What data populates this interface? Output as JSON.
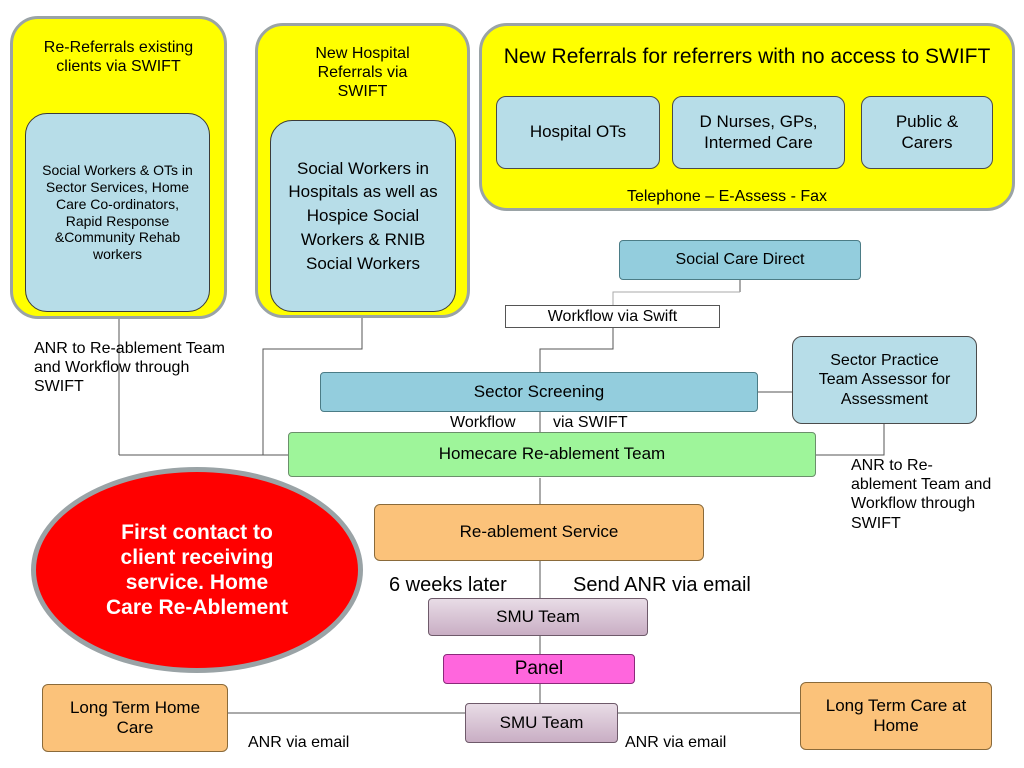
{
  "re_referrals": {
    "title": "Re-Referrals existing clients via SWIFT",
    "inner": "Social Workers & OTs in Sector Services, Home Care Co-ordinators, Rapid Response &Community Rehab workers"
  },
  "hospital_referrals": {
    "title": "New Hospital Referrals via SWIFT",
    "inner": "Social Workers in Hospitals as well as Hospice Social Workers & RNIB Social Workers"
  },
  "new_referrals": {
    "title": "New Referrals for referrers with no access to SWIFT",
    "items": [
      "Hospital OTs",
      "D Nurses, GPs, Intermed Care",
      "Public & Carers"
    ],
    "channels": "Telephone – E-Assess - Fax"
  },
  "social_care_direct": "Social Care Direct",
  "workflow_swift": "Workflow via Swift",
  "sector_screening": "Sector Screening",
  "sector_practice": "Sector Practice Team Assessor for Assessment",
  "workflow_label_a": "Workflow",
  "workflow_label_b": "via SWIFT",
  "homecare_team": "Homecare Re-ablement Team",
  "anr_left": "ANR to Re-ablement Team and Workflow through SWIFT",
  "anr_right": "ANR to Re-ablement Team and Workflow through SWIFT",
  "first_contact": "First contact to client receiving service. Home Care Re-Ablement",
  "reablement_service": "Re-ablement Service",
  "six_weeks": "6 weeks later",
  "send_anr": "Send ANR via email",
  "smu_team_1": "SMU Team",
  "panel": "Panel",
  "smu_team_2": "SMU Team",
  "long_term_home_care": "Long Term Home Care",
  "long_term_care_home": "Long Term Care at Home",
  "anr_email_left": "ANR via email",
  "anr_email_right": "ANR via email",
  "colors": {
    "yellow": "#ffff00",
    "teal": "#b7dde8",
    "green": "#9ef59a",
    "orange": "#fbc27a",
    "red": "#ff0000",
    "pink": "#ff66dd"
  }
}
